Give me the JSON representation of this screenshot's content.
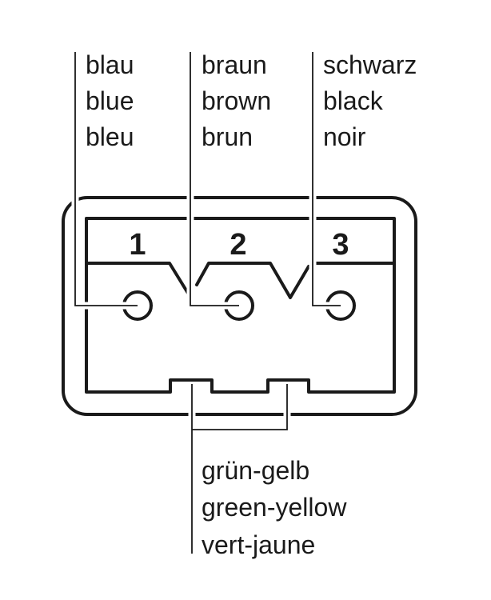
{
  "wires": [
    {
      "pin": "1",
      "labels": [
        "blau",
        "blue",
        "bleu"
      ]
    },
    {
      "pin": "2",
      "labels": [
        "braun",
        "brown",
        "brun"
      ]
    },
    {
      "pin": "3",
      "labels": [
        "schwarz",
        "black",
        "noir"
      ]
    }
  ],
  "ground": {
    "labels": [
      "grün-gelb",
      "green-yellow",
      "vert-jaune"
    ]
  },
  "colors": {
    "line": "#1a1a1a",
    "background": "#ffffff"
  }
}
